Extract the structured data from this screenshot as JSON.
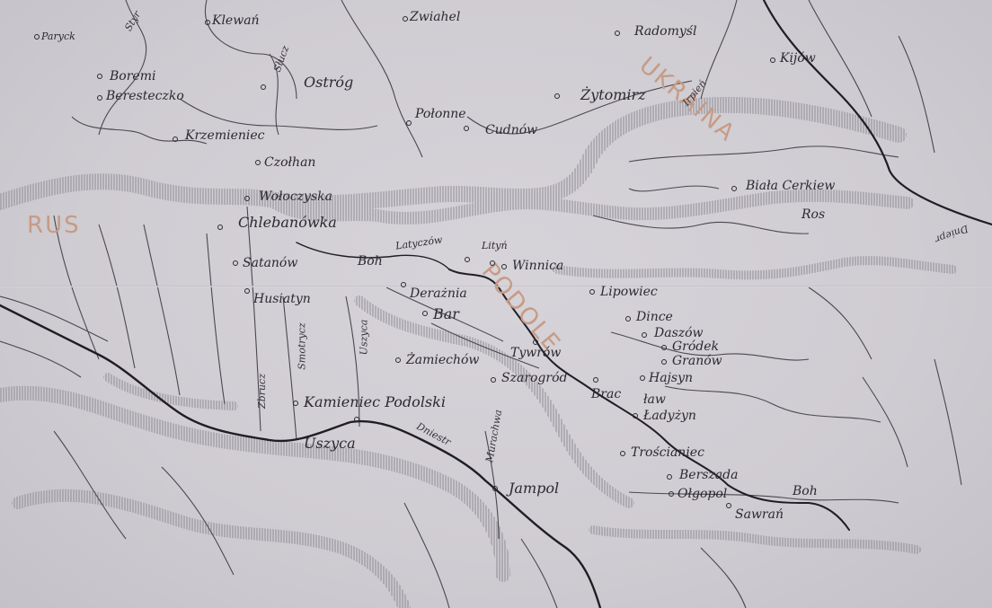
{
  "colors": {
    "paper": "#cfccd2",
    "ink": "#2b2a30",
    "region": "#c79b84"
  },
  "towns": [
    "Paryck",
    "Klewań",
    "Zwiahel",
    "Radomyśl",
    "Kijów",
    "Boremi",
    "Beresteczko",
    "Ostróg",
    "Połonne",
    "Żytomirz",
    "Krzemieniec",
    "Cudnów",
    "Czołhan",
    "Wołoczyska",
    "Biała Cerkiew",
    "Chlebanówka",
    "Latyczów",
    "Lityń",
    "Satanów",
    "Winnica",
    "Derażnia",
    "Lipowiec",
    "Husiatyn",
    "Bar",
    "Dince",
    "Daszów",
    "Gródek",
    "Granów",
    "Tywrów",
    "Żamiechów",
    "Szarogród",
    "Hajsyn",
    "Brac",
    "ław",
    "Kamieniec Podolski",
    "Ładyżyn",
    "Uszyca",
    "Trościaniec",
    "Jampol",
    "Berszada",
    "Ołgopol",
    "Sawrań"
  ],
  "rivers": [
    "Styr",
    "Słucz",
    "Irpień",
    "Ros",
    "Dniepr",
    "Boh",
    "Zbrucz",
    "Smotrycz",
    "Uszyca",
    "Dniestr",
    "Murachwa"
  ],
  "regions": [
    "UKRAINA",
    "PODOLE",
    "RUS"
  ]
}
